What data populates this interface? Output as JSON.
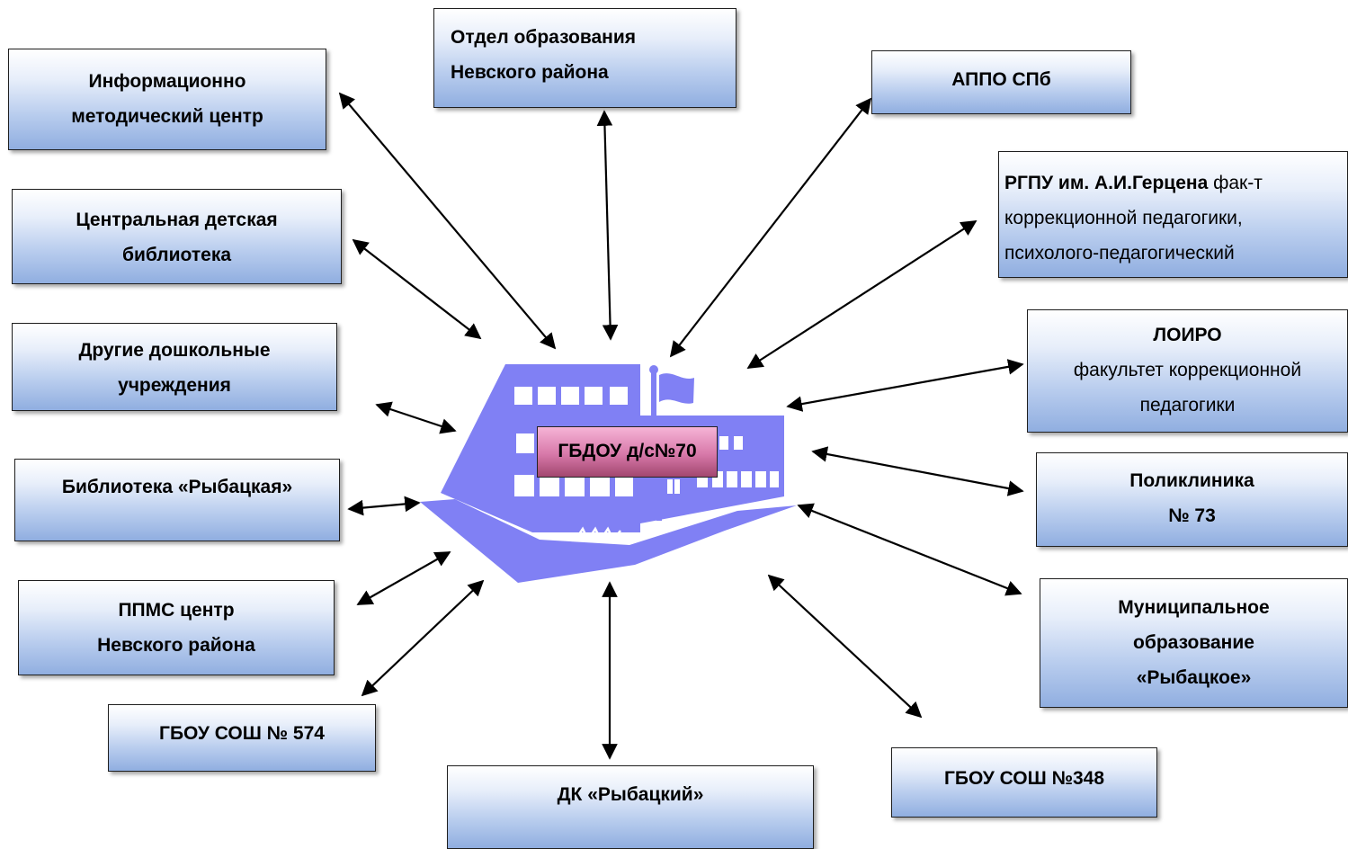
{
  "center": {
    "label": "ГБДОУ д/с№70"
  },
  "partners": {
    "imc": {
      "line1": "Информационно",
      "line2": "методический центр"
    },
    "otdel": {
      "line1": "Отдел образования",
      "line2": "Невского района"
    },
    "appo": {
      "line1": "АППО СПб"
    },
    "cdb": {
      "line1": "Центральная детская",
      "line2": "библиотека"
    },
    "rgpu": {
      "bold": "РГПУ им. А.И.Герцена",
      "rest": " фак-т",
      "line2": "коррекционной педагогики,",
      "line3": "психолого-педагогический"
    },
    "other_dou": {
      "line1": "Другие дошкольные",
      "line2": "учреждения"
    },
    "loiro": {
      "line1": "ЛОИРО",
      "line2": "факультет коррекционной",
      "line3": "педагогики"
    },
    "bibl": {
      "line1": "Библиотека «Рыбацкая»"
    },
    "poli": {
      "line1": "Поликлиника",
      "line2": "№ 73"
    },
    "ppms": {
      "line1": "ППМС центр",
      "line2": "Невского района"
    },
    "mo": {
      "line1": "Муниципальное",
      "line2": "образование",
      "line3": "«Рыбацкое»"
    },
    "sosh574": {
      "line1": "ГБОУ СОШ № 574"
    },
    "dk": {
      "line1": "ДК «Рыбацкий»"
    },
    "sosh348": {
      "line1": "ГБОУ СОШ №348"
    }
  },
  "colors": {
    "box_gradient_top": "#ffffff",
    "box_gradient_bottom": "#90aee0",
    "building": "#8080f4",
    "center_label": "#d778a9",
    "arrow": "#000000"
  },
  "icons": {
    "building": "school-building-icon",
    "arrows": "double-headed-arrow"
  }
}
